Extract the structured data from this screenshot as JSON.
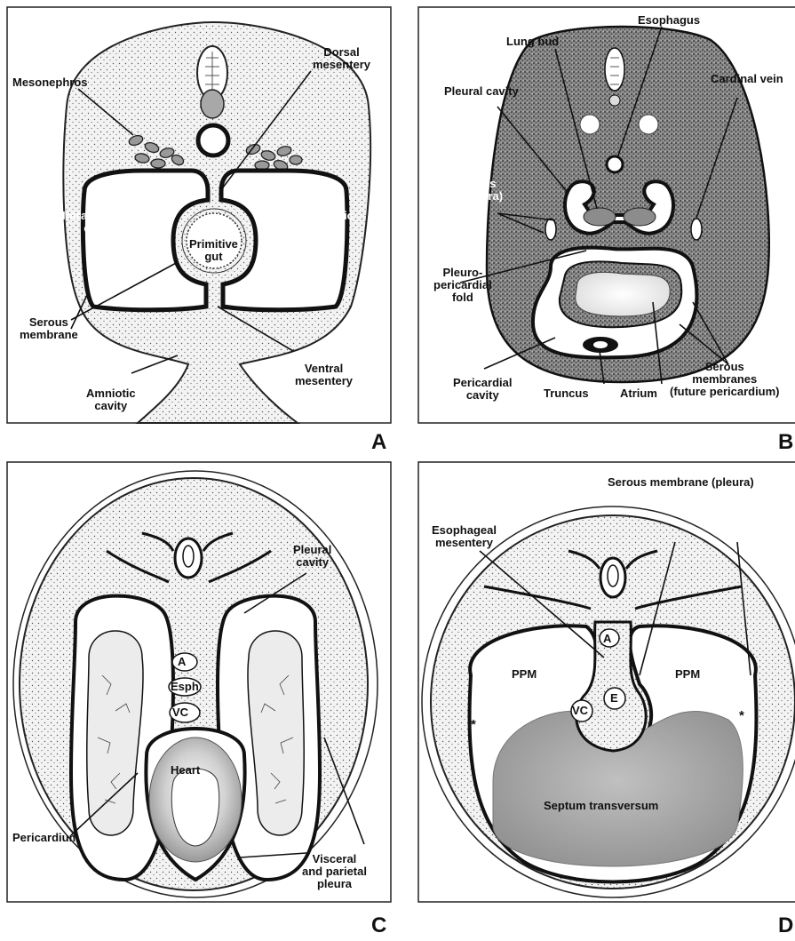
{
  "panels": {
    "a": {
      "letter": "A",
      "labels": {
        "mesonephros": "Mesonephros",
        "dorsal_mesentery": "Dorsal\nmesentery",
        "coelom_left": "Intraembryonic\ncoelom",
        "coelom_right": "Intraembryonic\ncoelom",
        "primitive_gut": "Primitive\ngut",
        "serous_membrane": "Serous\nmembrane",
        "ventral_mesentery": "Ventral\nmesentery",
        "amniotic_cavity": "Amniotic\ncavity"
      }
    },
    "b": {
      "letter": "B",
      "labels": {
        "esophagus": "Esophagus",
        "lung_bud": "Lung bud",
        "cardinal_vein": "Cardinal vein",
        "pleural_cavity": "Pleural cavity",
        "serous_pleura": "Serous\nmembranes\n(future pleura)",
        "pleuropericardial_fold": "Pleuro-\npericardial\nfold",
        "pericardial_cavity": "Pericardial\ncavity",
        "truncus": "Truncus",
        "atrium": "Atrium",
        "serous_pericardium": "Serous\nmembranes\n(future pericardium)"
      }
    },
    "c": {
      "letter": "C",
      "labels": {
        "pleural_cavity": "Pleural\ncavity",
        "aorta": "A",
        "esophagus": "Esph",
        "vena_cava": "VC",
        "heart": "Heart",
        "pericardium": "Pericardium",
        "visceral_parietal": "Visceral\nand parietal\npleura"
      }
    },
    "d": {
      "letter": "D",
      "labels": {
        "serous_pleura": "Serous membrane (pleura)",
        "esophageal_mesentery": "Esophageal\nmesentery",
        "aorta": "A",
        "esophagus": "E",
        "vena_cava": "VC",
        "ppm_left": "PPM",
        "ppm_right": "PPM",
        "asterisk_left": "*",
        "asterisk_right": "*",
        "septum": "Septum transversum"
      }
    }
  }
}
